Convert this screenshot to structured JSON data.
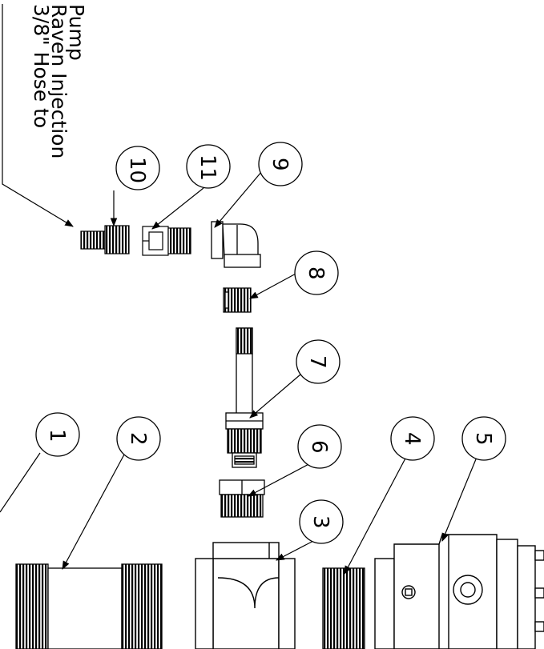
{
  "note": {
    "line1": "3/8\" Hose to",
    "line2": "Raven Injection",
    "line3": "Pump"
  },
  "balloons": [
    {
      "id": "1",
      "label": "1"
    },
    {
      "id": "2",
      "label": "2"
    },
    {
      "id": "3",
      "label": "3"
    },
    {
      "id": "4",
      "label": "4"
    },
    {
      "id": "5",
      "label": "5"
    },
    {
      "id": "6",
      "label": "6"
    },
    {
      "id": "7",
      "label": "7"
    },
    {
      "id": "8",
      "label": "8"
    },
    {
      "id": "9",
      "label": "9"
    },
    {
      "id": "10",
      "label": "10"
    },
    {
      "id": "11",
      "label": "11"
    }
  ],
  "colors": {
    "line": "#000000",
    "background": "#ffffff"
  }
}
